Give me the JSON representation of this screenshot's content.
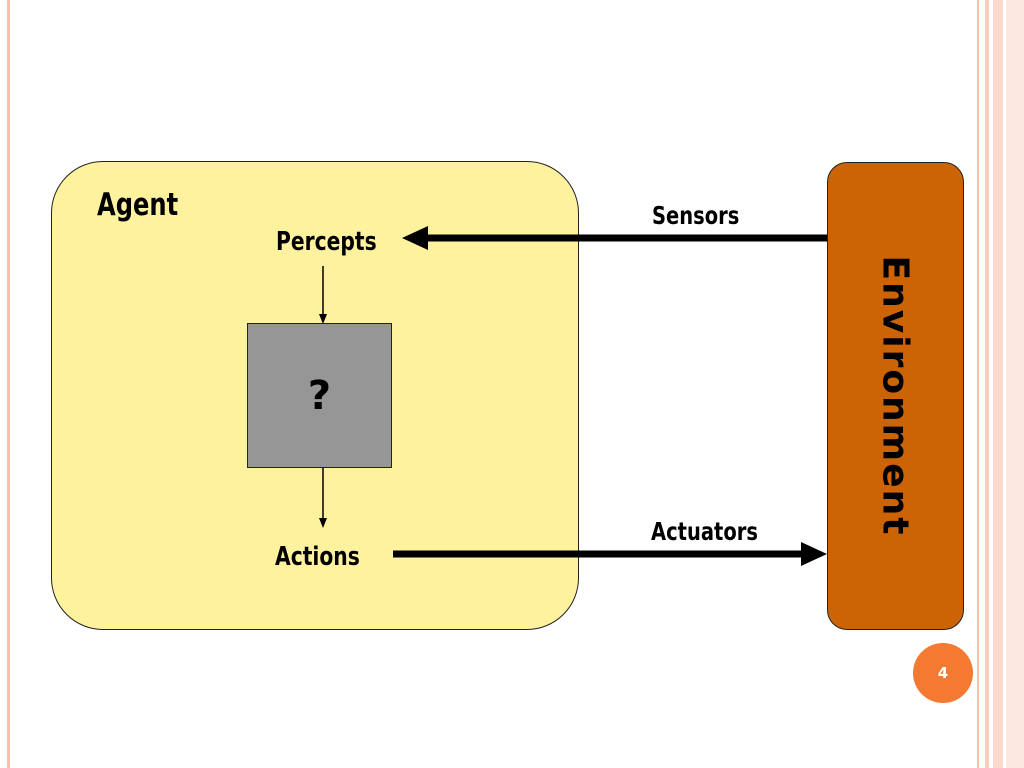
{
  "diagram": {
    "agent_label": "Agent",
    "environment_label": "Environment",
    "percepts_label": "Percepts",
    "actions_label": "Actions",
    "sensors_label": "Sensors",
    "actuators_label": "Actuators",
    "unknown_box_label": "?",
    "colors": {
      "agent_fill": "#fff29f",
      "environment_fill": "#cc6304",
      "unknown_box_fill": "#969696",
      "arrow": "#000000"
    }
  },
  "slide": {
    "page_number": "4",
    "page_badge_color": "#f47a32"
  }
}
